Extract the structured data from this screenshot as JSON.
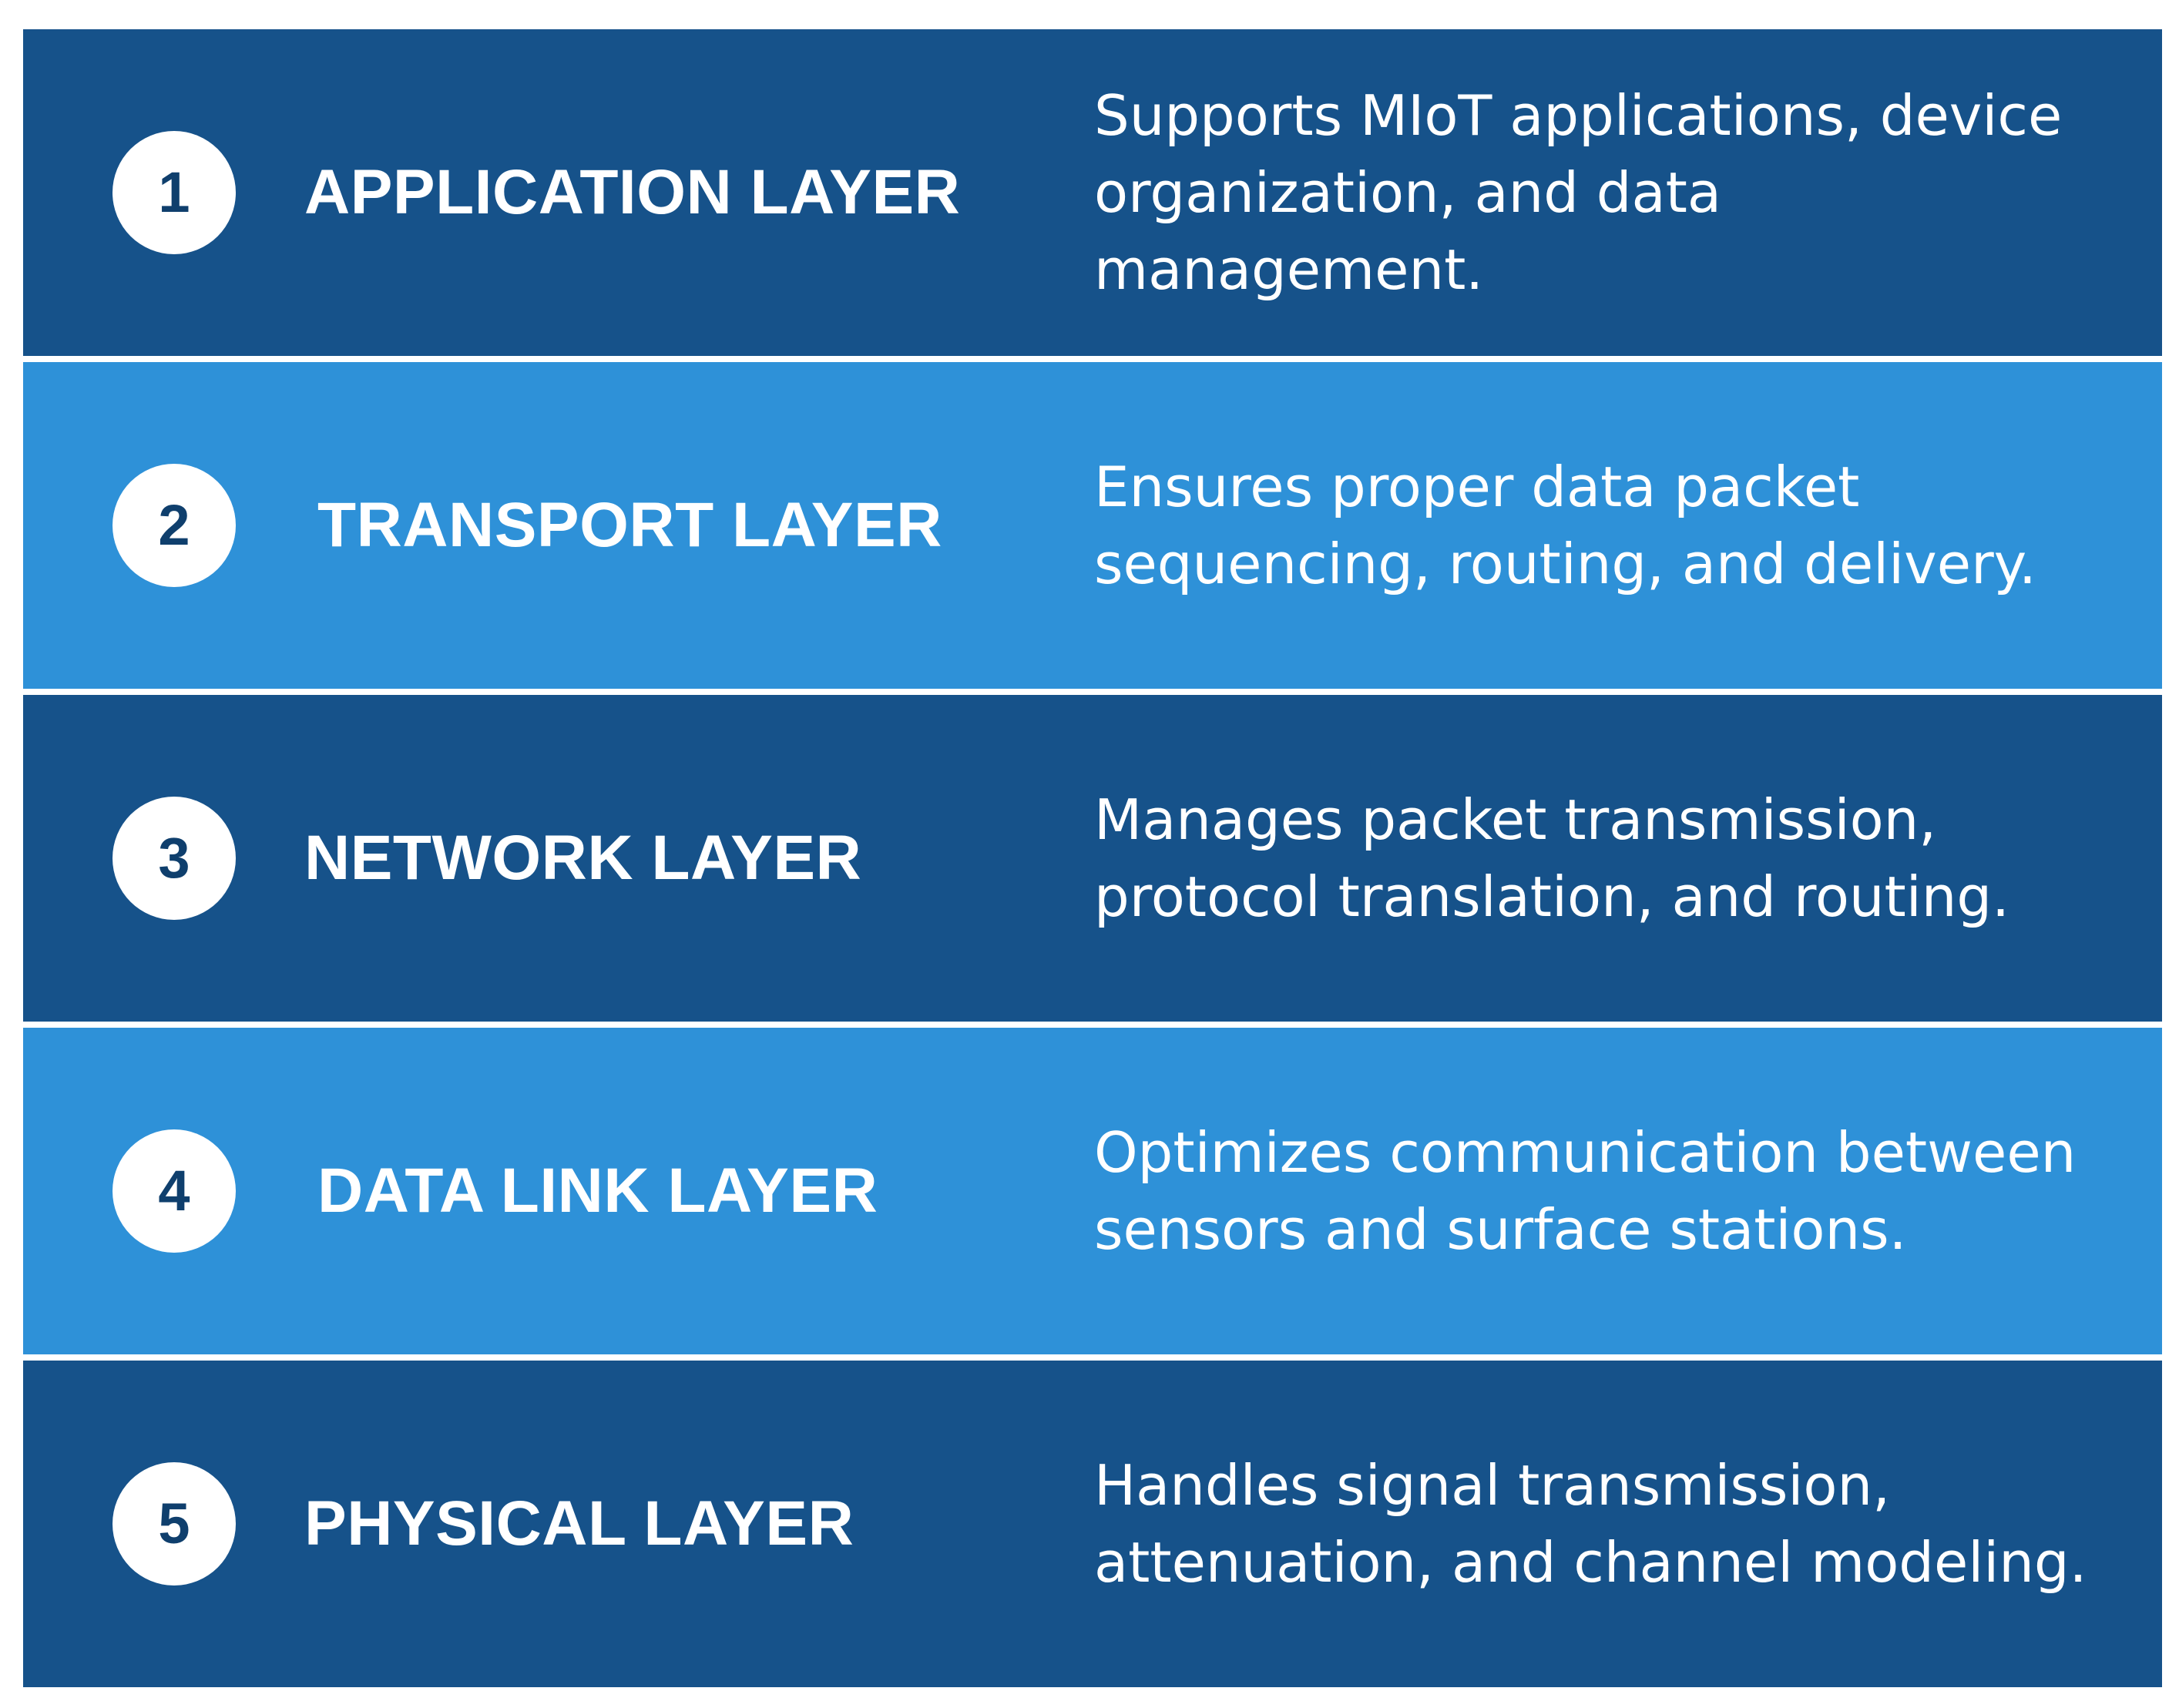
{
  "layers": [
    {
      "number": "1",
      "name": "APPLICATION LAYER",
      "description": "Supports MIoT applications, device organization, and data management."
    },
    {
      "number": "2",
      "name": "TRANSPORT LAYER",
      "description": "Ensures proper data packet sequencing, routing, and delivery."
    },
    {
      "number": "3",
      "name": "NETWORK LAYER",
      "description": "Manages packet transmission, protocol translation, and routing."
    },
    {
      "number": "4",
      "name": "DATA LINK LAYER",
      "description": "Optimizes communication between sensors and surface stations."
    },
    {
      "number": "5",
      "name": "PHYSICAL LAYER",
      "description": "Handles signal transmission, attenuation, and channel modeling."
    }
  ],
  "colors": {
    "dark_row": "#16528a",
    "light_row": "#2e91d8",
    "circle": "#ffffff",
    "number_text": "#0f3f6d",
    "text": "#ffffff"
  }
}
